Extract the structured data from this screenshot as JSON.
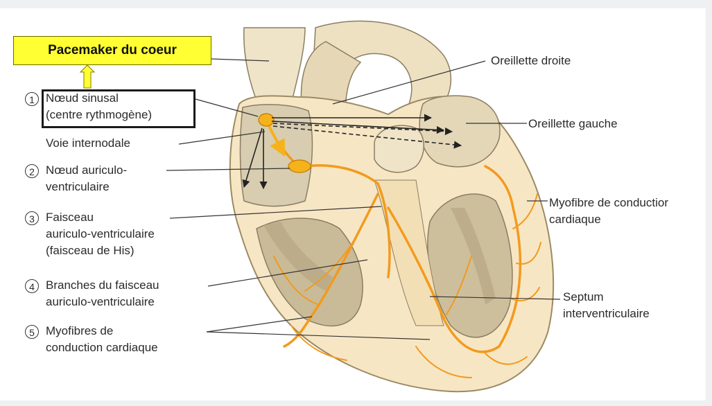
{
  "title_box": {
    "label": "Pacemaker du coeur",
    "color": "#ffff33"
  },
  "left_labels": [
    {
      "number": "1",
      "lines": [
        "Nœud sinusal",
        "(centre rythmogène)"
      ]
    },
    {
      "number": "",
      "lines": [
        "Voie internodale"
      ]
    },
    {
      "number": "2",
      "lines": [
        "Nœud auriculo-",
        "ventriculaire"
      ]
    },
    {
      "number": "3",
      "lines": [
        "Faisceau",
        "auriculo-ventriculaire",
        "(faisceau de His)"
      ]
    },
    {
      "number": "4",
      "lines": [
        "Branches du faisceau",
        "auriculo-ventriculaire"
      ]
    },
    {
      "number": "5",
      "lines": [
        "Myofibres de",
        "conduction cardiaque"
      ]
    }
  ],
  "right_labels": [
    {
      "lines": [
        "Oreillette droite"
      ]
    },
    {
      "lines": [
        "Oreillette gauche"
      ]
    },
    {
      "lines": [
        "Myofibre de conductior",
        "cardiaque"
      ]
    },
    {
      "lines": [
        "Septum",
        "interventriculaire"
      ]
    }
  ],
  "colors": {
    "conduction": "#f29a1e",
    "node": "#f5b21b",
    "tissue": "#efdcb4",
    "muscle": "#f7e6c4",
    "cavity": "#cbbf9f"
  }
}
